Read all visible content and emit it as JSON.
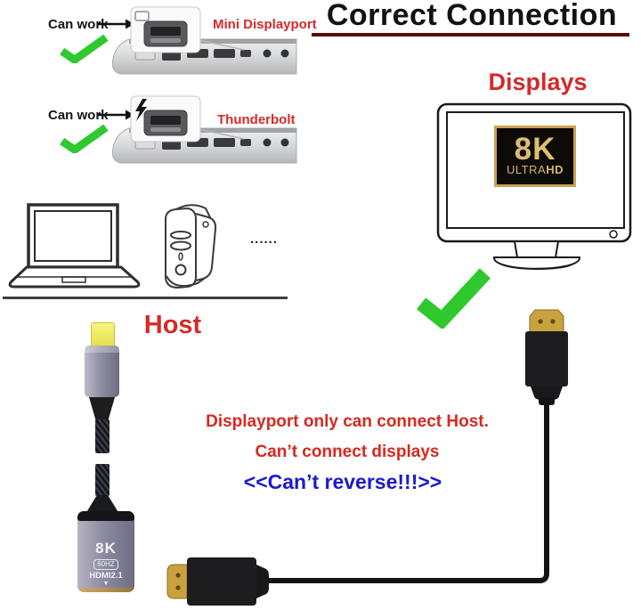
{
  "top_left": {
    "row1": {
      "label": "Can work",
      "port_name": "Mini Displayport"
    },
    "row2": {
      "label": "Can work",
      "port_name": "Thunderbolt"
    }
  },
  "title": "Correct Connection",
  "displays_label": "Displays",
  "badge": {
    "res": "8K",
    "ultra": "ULTRA",
    "hd": "HD"
  },
  "host_label": "Host",
  "dots": "......",
  "adapter": {
    "res": "8K",
    "hz": "60HZ",
    "spec": "HDMI2.1",
    "arrow": "▼"
  },
  "note": {
    "line1": "Displayport only can connect Host.",
    "line2": "Can’t connect displays",
    "line3": "<<Can’t reverse!!!>>"
  },
  "colors": {
    "red_text": "#d42a2a",
    "blue_text": "#1c1acd",
    "green_check": "#2fc92f",
    "title_underline": "#570c0c",
    "badge_gold": "#c8a251"
  }
}
